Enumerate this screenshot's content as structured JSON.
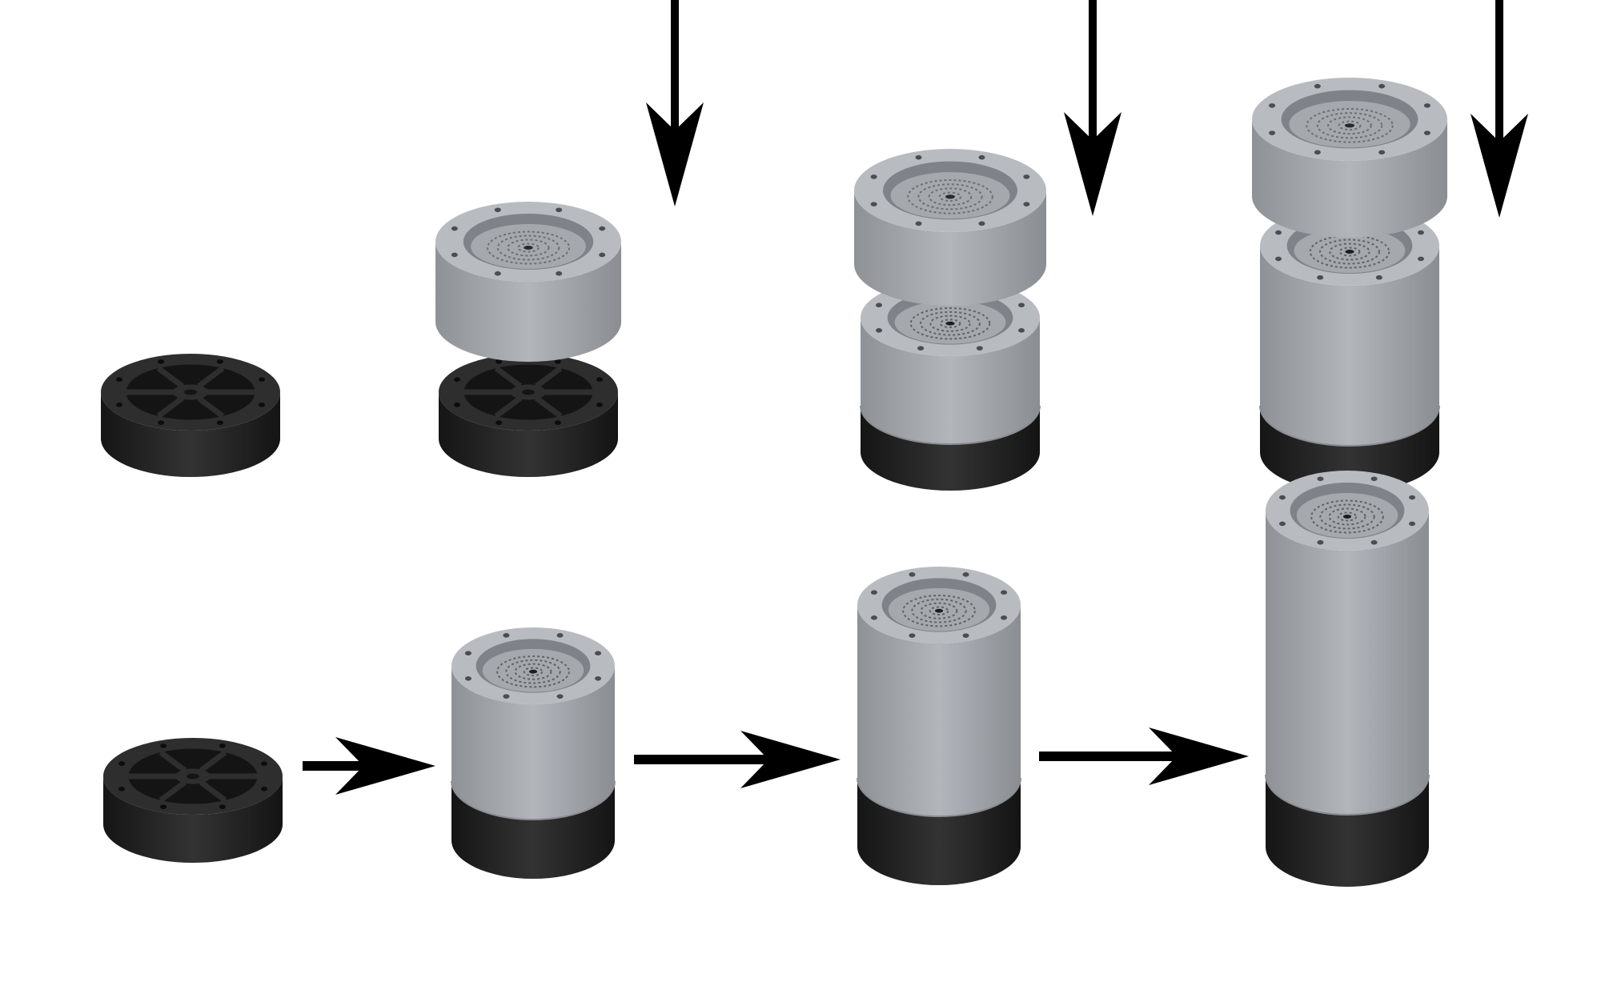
{
  "colors": {
    "background": "#ffffff",
    "arrow": "#000000",
    "black_base_top": "#2e2e2e",
    "black_base_side": "#1f1f1f",
    "black_base_inner": "#141414",
    "grey_ring_top": "#b8bcc1",
    "grey_ring_side": "#9fa3a8",
    "grey_ring_inner": "#7f8389",
    "hole": "#4a4d52"
  },
  "diagram": {
    "rows": [
      {
        "name": "exploded-assembly",
        "steps": [
          "base-only",
          "base-plus-one-ring",
          "base-plus-two-rings",
          "base-plus-three-rings"
        ]
      },
      {
        "name": "assembled-stacks",
        "steps": [
          "base-only",
          "one-ring-stack",
          "two-ring-stack",
          "three-ring-stack"
        ]
      }
    ],
    "icons": [
      "down-arrow-icon",
      "right-arrow-icon"
    ]
  }
}
